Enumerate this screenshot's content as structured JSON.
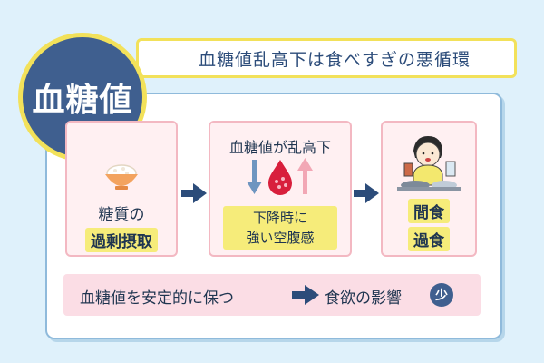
{
  "badge": {
    "text": "血糖値"
  },
  "headline": {
    "text": "血糖値乱高下は食べすぎの悪循環"
  },
  "step1": {
    "label": "糖質の",
    "highlight": "過剰摂取",
    "icon": "rice-bowl-icon"
  },
  "step2": {
    "title": "血糖値が乱高下",
    "note_line1": "下降時に",
    "note_line2": "強い空腹感",
    "icon": "blood-drop-icon"
  },
  "step3": {
    "highlight1": "間食",
    "highlight2": "過食",
    "icon": "eating-person-icon"
  },
  "bottom": {
    "left_text": "血糖値を安定的に保つ",
    "right_text": "食欲の影響",
    "badge": "少"
  },
  "colors": {
    "accent_blue": "#3f5f8f",
    "yellow": "#f6ec7a",
    "pink_bg": "#fff0f2",
    "pink_border": "#f3b8c2",
    "blood_red": "#d81f3c"
  }
}
